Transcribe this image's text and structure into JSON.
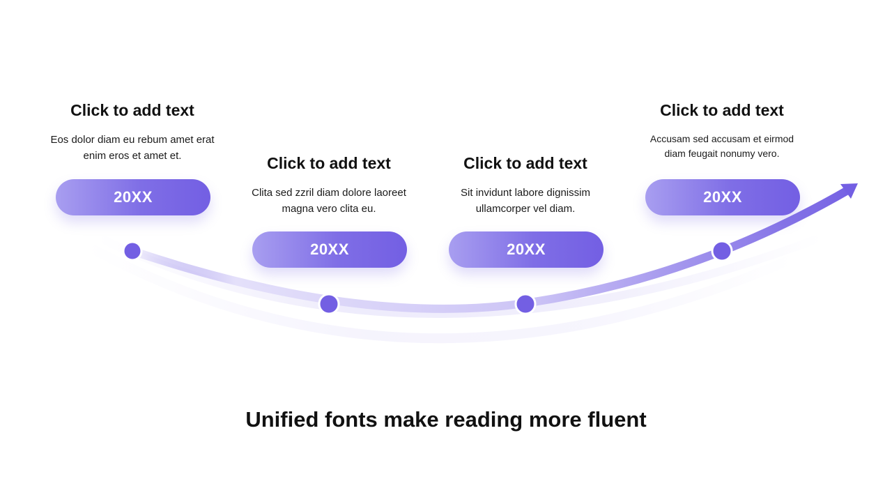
{
  "milestones": [
    {
      "title": "Click to add text",
      "description": "Eos dolor diam eu rebum amet erat enim eros et amet et.",
      "year": "20XX"
    },
    {
      "title": "Click to add text",
      "description": "Clita sed zzril diam dolore laoreet magna vero clita eu.",
      "year": "20XX"
    },
    {
      "title": "Click to add text",
      "description": "Sit invidunt labore dignissim ullamcorper vel diam.",
      "year": "20XX"
    },
    {
      "title": "Click to add text",
      "description": "Accusam sed accusam et eirmod diam feugait nonumy vero.",
      "year": "20XX"
    }
  ],
  "footer": {
    "title": "Unified fonts make reading more fluent"
  },
  "colors": {
    "accent": "#735fe3",
    "accent_light": "#a89ef0",
    "track": "#ece9fb"
  }
}
